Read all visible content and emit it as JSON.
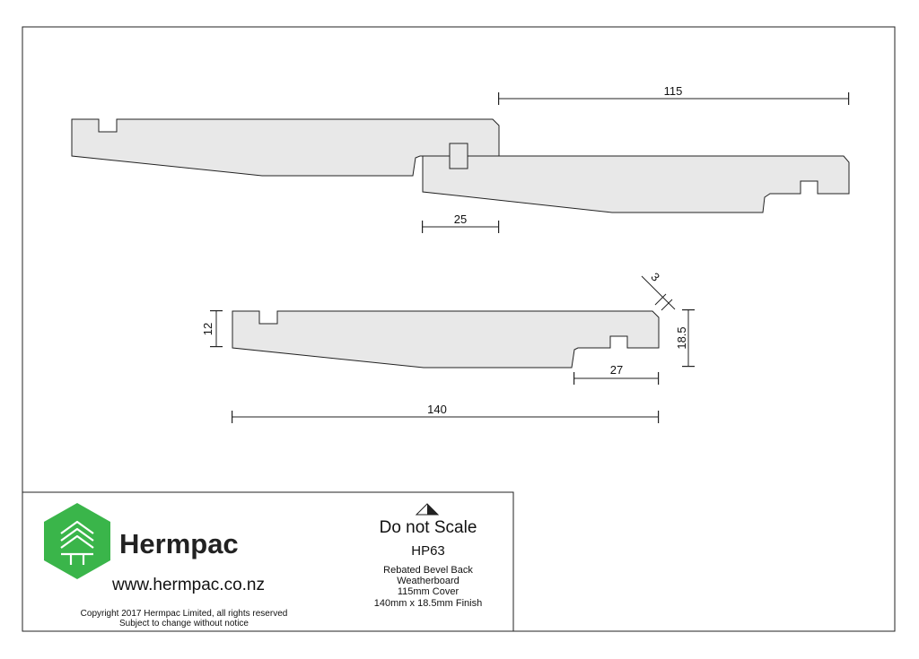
{
  "dimensions": {
    "cover": "115",
    "overlap": "25",
    "thickness": "18.5",
    "groove": "12",
    "chamfer": "3",
    "rebate": "27",
    "width": "140"
  },
  "title_block": {
    "brand": "Hermpac",
    "website": "www.hermpac.co.nz",
    "copyright": "Copyright 2017 Hermpac Limited, all rights reserved",
    "notice": "Subject to change without notice",
    "scale_note": "Do not Scale",
    "code": "HP63",
    "description": [
      "Rebated Bevel Back",
      "Weatherboard",
      "115mm Cover",
      "140mm x 18.5mm Finish"
    ]
  },
  "colors": {
    "brand_green": "#3ab54a",
    "profile_fill": "#e8e8e8",
    "line": "#222222"
  }
}
